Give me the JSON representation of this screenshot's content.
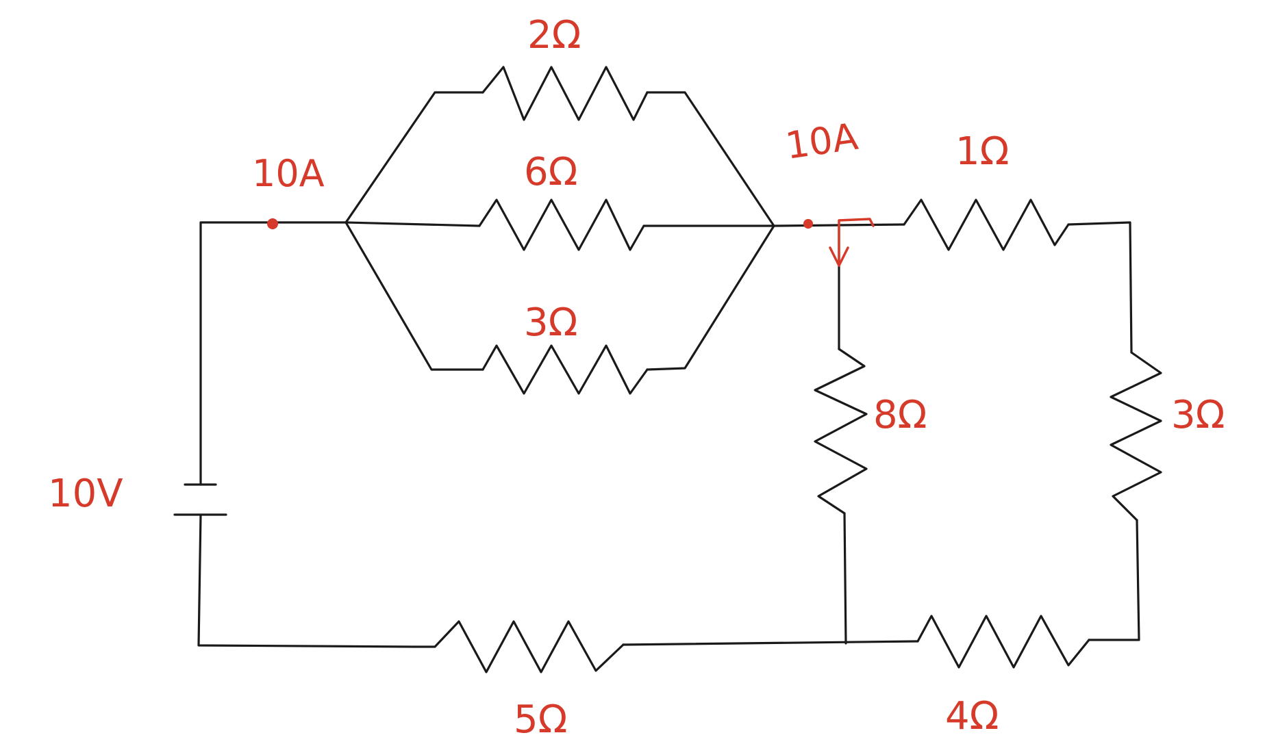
{
  "source": {
    "label": "10V"
  },
  "annotations": {
    "current_left": "10A",
    "current_right": "10A"
  },
  "resistors": {
    "r_top": "2Ω",
    "r_mid": "6Ω",
    "r_bot": "3Ω",
    "r_right_top": "1Ω",
    "r_vert_mid": "8Ω",
    "r_vert_right": "3Ω",
    "r_bottom_left": "5Ω",
    "r_bottom_right": "4Ω"
  },
  "colors": {
    "wire": "#1a1a1a",
    "annotation": "#d63a2a"
  }
}
